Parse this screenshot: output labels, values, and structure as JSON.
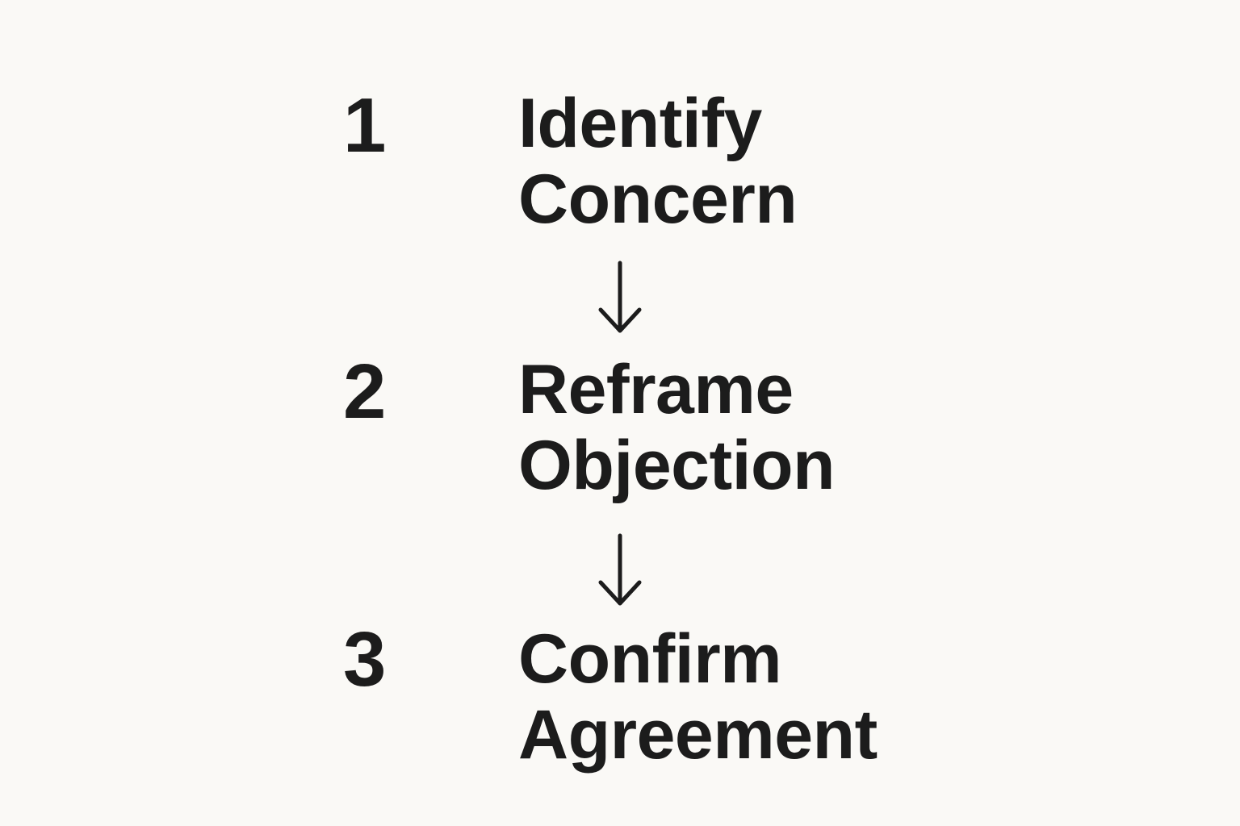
{
  "steps": [
    {
      "number": "1",
      "label_line1": "Identify",
      "label_line2": "Concern"
    },
    {
      "number": "2",
      "label_line1": "Reframe",
      "label_line2": "Objection"
    },
    {
      "number": "3",
      "label_line1": "Confirm",
      "label_line2": "Agreement"
    }
  ],
  "colors": {
    "background": "#faf9f6",
    "text": "#1c1c1c"
  },
  "icons": {
    "connector": "arrow-down-icon"
  }
}
